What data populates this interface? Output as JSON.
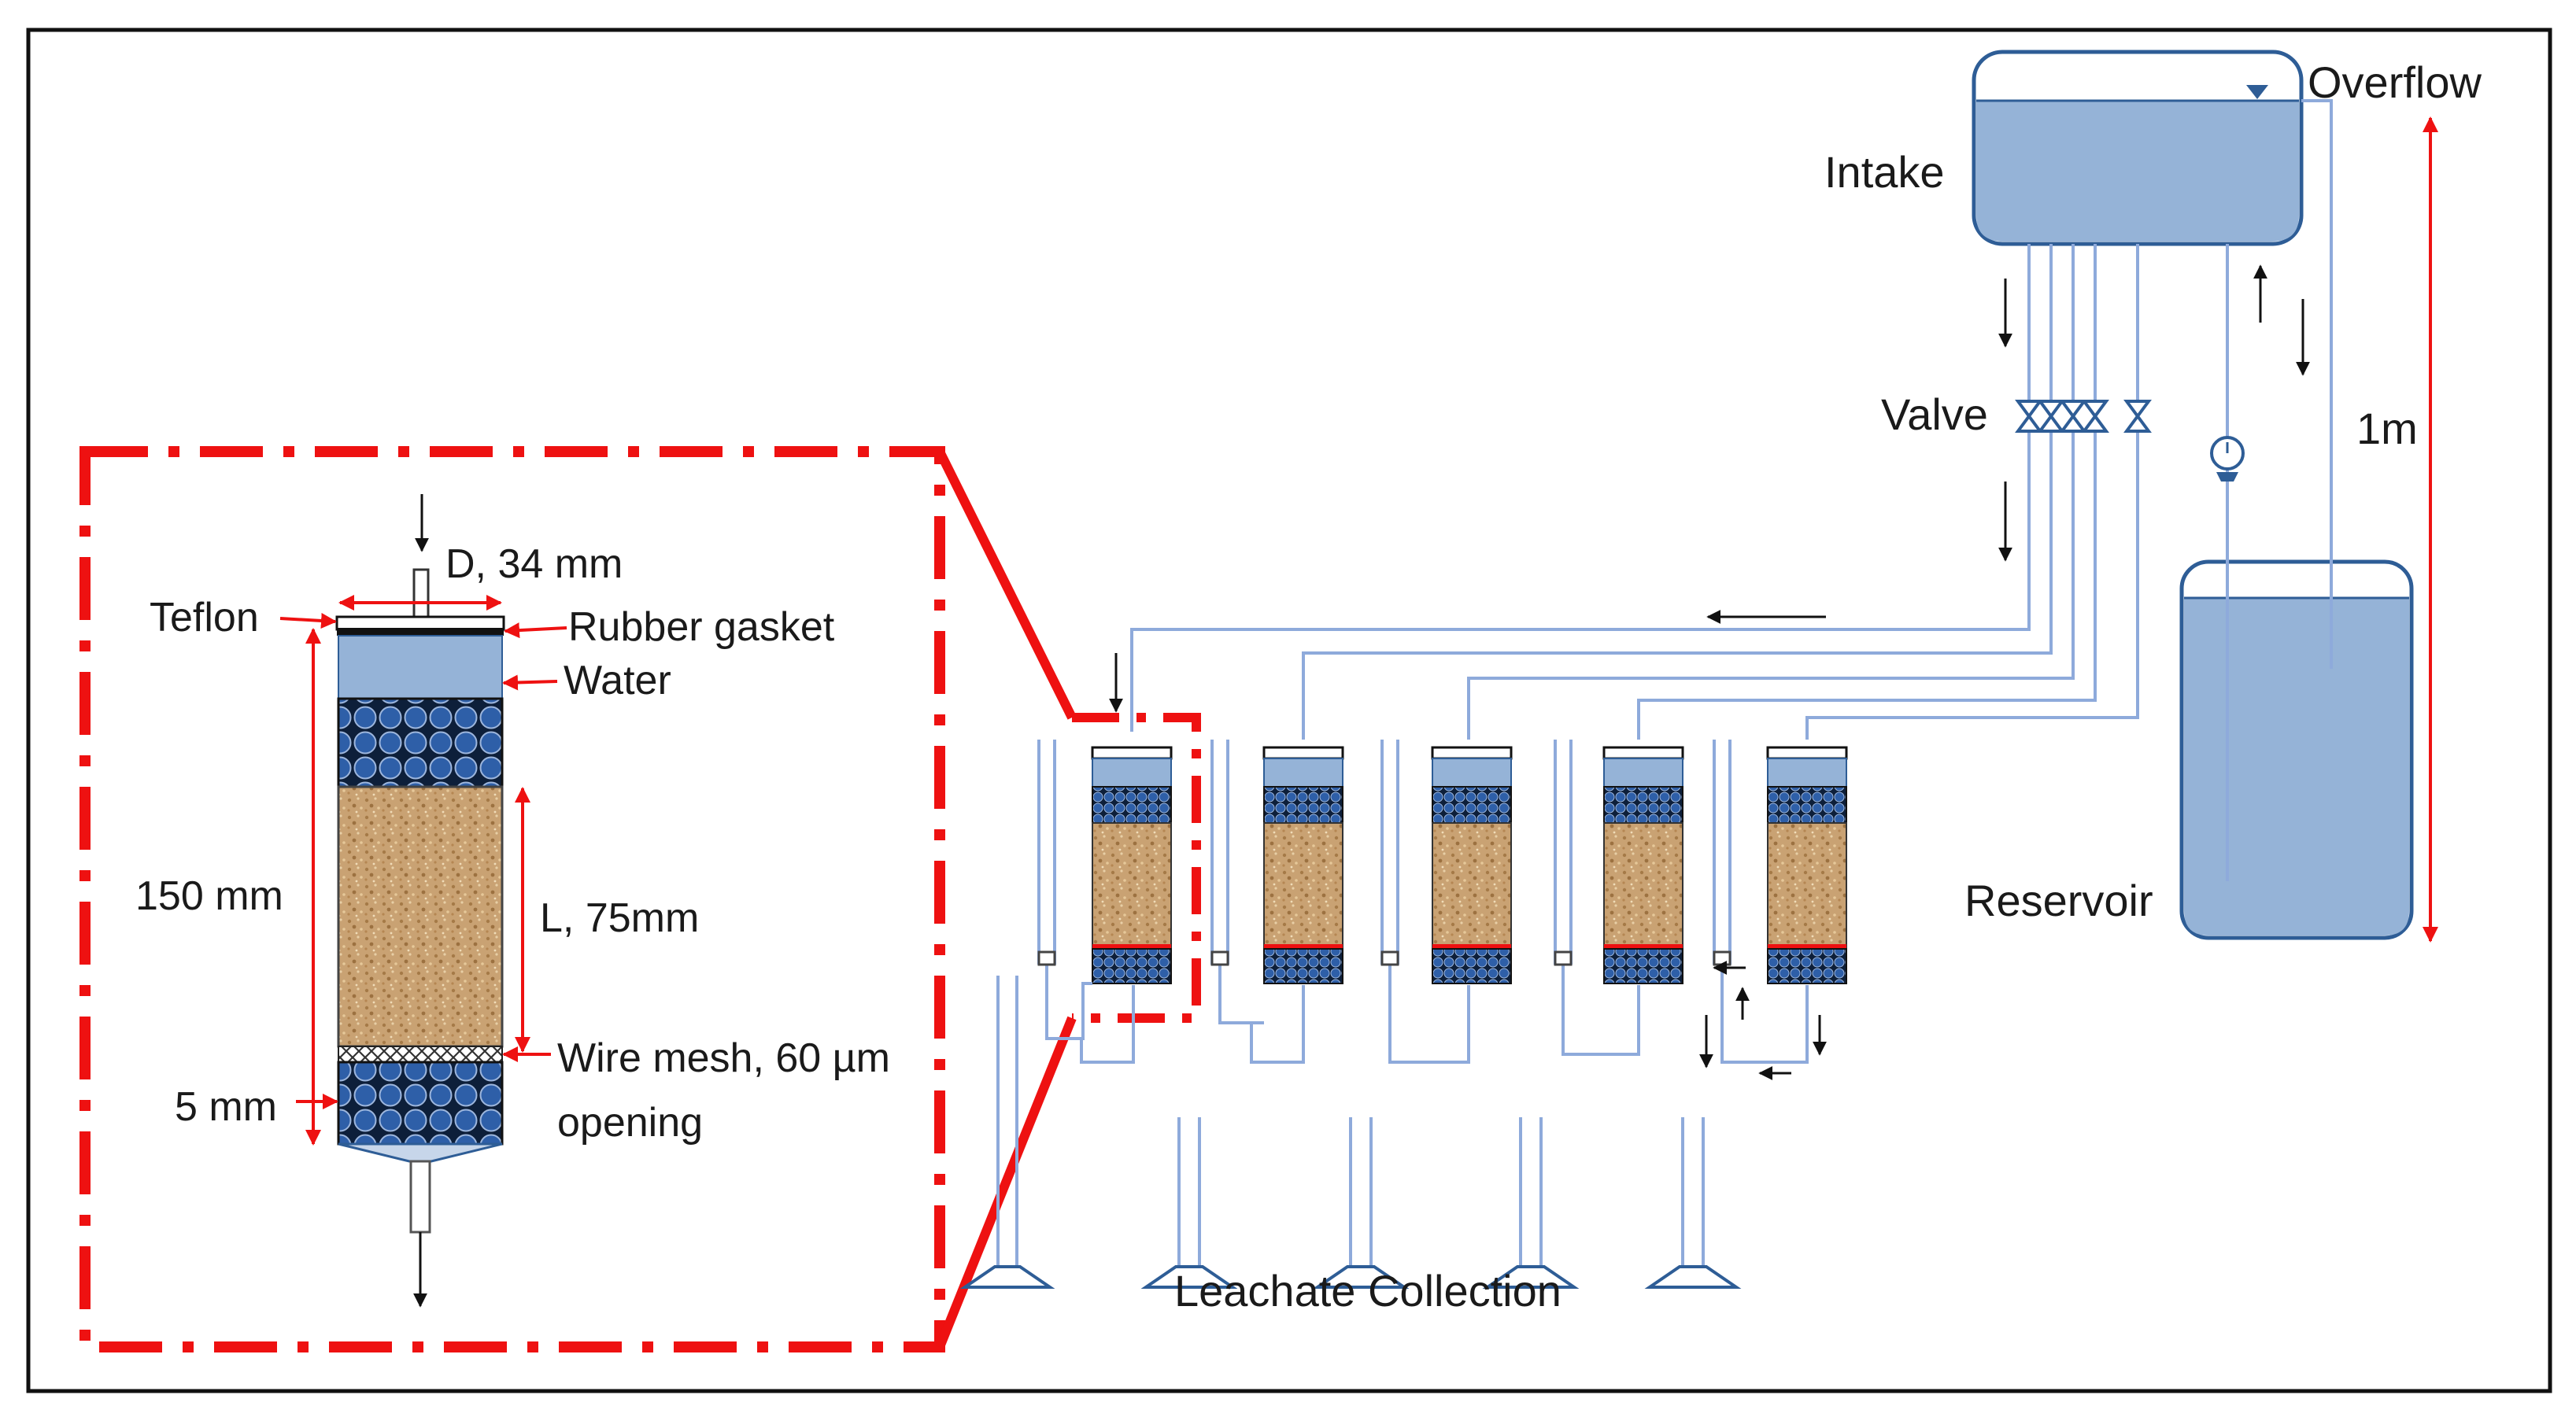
{
  "labels": {
    "inset": {
      "inlet": "D, 34 mm",
      "teflon": "Teflon",
      "rubber_gasket": "Rubber gasket",
      "water": "Water",
      "column_height": "150 mm",
      "sample_length": "L, 75mm",
      "wire_mesh_line1": "Wire mesh, 60 µm",
      "wire_mesh_line2": "opening",
      "bottom_layer": "5 mm"
    },
    "system": {
      "overflow": "Overflow",
      "intake": "Intake",
      "valve": "Valve",
      "height": "1m",
      "reservoir": "Reservoir",
      "leachate": "Leachate Collection"
    }
  },
  "colors": {
    "water": "#95b3d7",
    "tank_stroke": "#2e5d96",
    "pipe": "#8eaadb",
    "bead": "#2e5fa8",
    "bead_stroke": "#102a4c",
    "sand": "#c9a273",
    "highlight": "#ee1111",
    "arrow": "#111111"
  },
  "icons": {
    "valve": "hourglass-valve-icon",
    "pump": "pump-gauge-icon",
    "water_level": "water-level-triangle-icon"
  }
}
